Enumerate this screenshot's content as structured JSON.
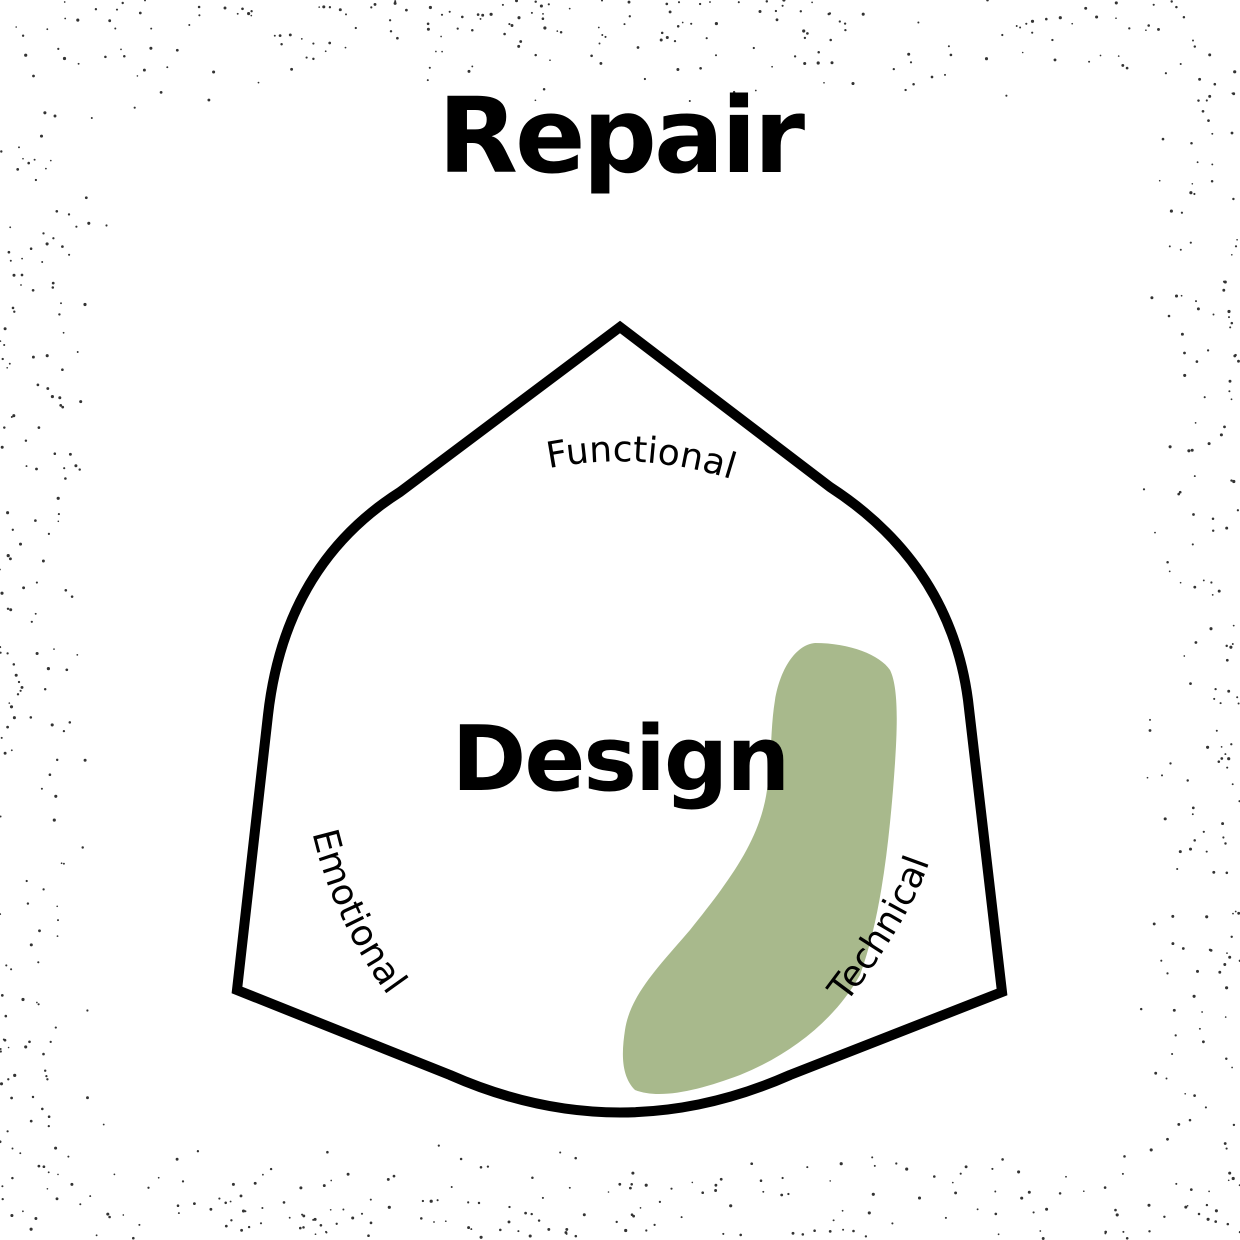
{
  "diagram": {
    "title": "Repair",
    "center_label": "Design",
    "side_labels": {
      "top": "Functional",
      "left": "Emotional",
      "right": "Technical"
    },
    "colors": {
      "outline": "#000000",
      "blob": "#a8b98c",
      "speckle": "#333333",
      "background": "#ffffff"
    }
  }
}
